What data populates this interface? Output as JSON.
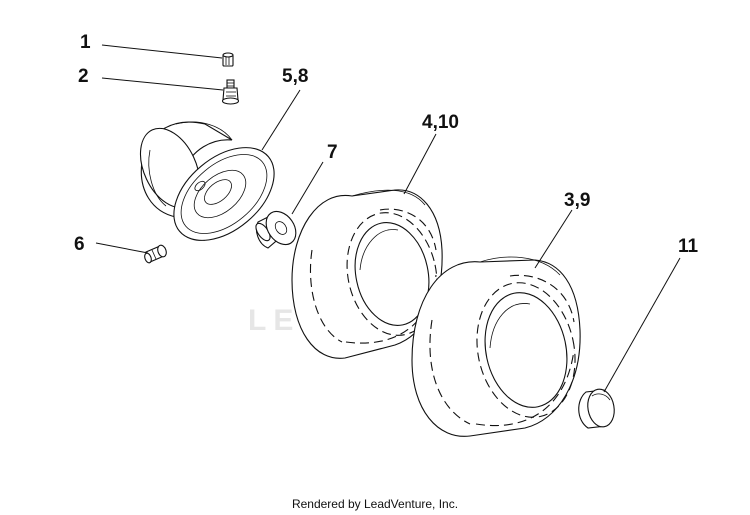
{
  "callouts": {
    "c1": "1",
    "c2": "2",
    "c58": "5,8",
    "c7": "7",
    "c410": "4,10",
    "c39": "3,9",
    "c6": "6",
    "c11": "11"
  },
  "watermark": "LEADVENTURE",
  "footer": "Rendered by LeadVenture, Inc."
}
